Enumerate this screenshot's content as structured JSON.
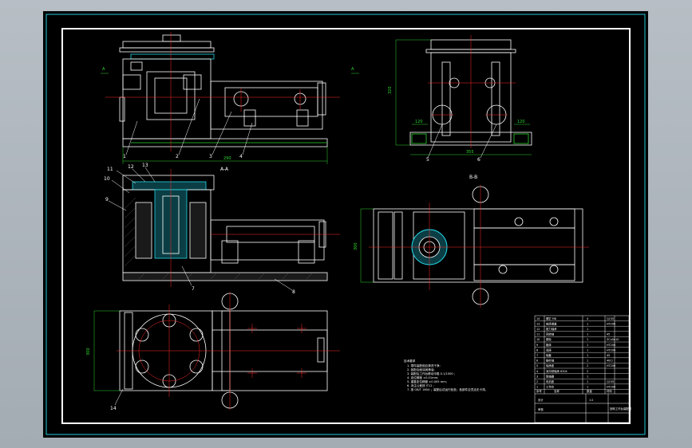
{
  "colors": {
    "background": "#000000",
    "desktop": "#a9b1b9",
    "outer_border": "#22c8d8",
    "inner_border": "#ffffff",
    "outline": "#ffffff",
    "center_line": "#ff2a2a",
    "dimension": "#2fd42f",
    "hatch": "#22d8e8"
  },
  "views": {
    "top_left": {
      "leaders": [
        "1",
        "2",
        "3",
        "4"
      ],
      "dim_width": "290",
      "section_marks": [
        "A",
        "A"
      ]
    },
    "top_right": {
      "leaders": [
        "5",
        "6"
      ],
      "dim_height": "320",
      "dim_width": "355",
      "dim_left": "120",
      "dim_right": "120"
    },
    "mid_left": {
      "leaders": [
        "11",
        "12",
        "13",
        "10",
        "9",
        "7",
        "8"
      ],
      "section_title": "A-A"
    },
    "mid_right": {
      "dim_height": "300",
      "section_title": "B-B"
    },
    "bottom_left": {
      "leaders": [
        "14"
      ],
      "dim_height": "300"
    }
  },
  "notes": {
    "heading": "技术要求",
    "lines": [
      "1. 零件装配前应清洗干净;",
      "2. 各配合面涂润滑油;",
      "3. 装配后工作台移动平稳 0.1/1000 ;",
      "4. 定位精度 ±0.01mm;",
      "5. 重复定位精度 ±0.005 mm;",
      "6. 未注公差按 IT12 ;",
      "7. 按 GB/T 1804 ；装配后试运行检查；各部件应灵活无卡滞。"
    ]
  },
  "title_block": {
    "rows": [
      [
        "14",
        "螺钉 M8",
        "4",
        "Q235"
      ],
      [
        "13",
        "轴承端盖",
        "1",
        "HT200"
      ],
      [
        "12",
        "推力轴承",
        "1",
        ""
      ],
      [
        "11",
        "回转轴",
        "1",
        "45"
      ],
      [
        "10",
        "蜗轮",
        "1",
        "ZCuSn10"
      ],
      [
        "9",
        "箱体",
        "1",
        "HT200"
      ],
      [
        "8",
        "底座",
        "1",
        "HT200"
      ],
      [
        "7",
        "轴套",
        "1",
        "45"
      ],
      [
        "6",
        "蜗杆轴",
        "1",
        "40Cr"
      ],
      [
        "5",
        "轴承座",
        "2",
        "HT200"
      ],
      [
        "4",
        "深沟球轴承 6204",
        "2",
        ""
      ],
      [
        "3",
        "联轴器",
        "1",
        ""
      ],
      [
        "2",
        "电机座",
        "1",
        "Q235"
      ],
      [
        "1",
        "工作台",
        "1",
        "HT200"
      ]
    ],
    "header": [
      "序号",
      "名称",
      "数量",
      "材料"
    ],
    "drawing_name": "回转工作台装配图",
    "designer": "设计",
    "checker": "审核",
    "scale": "1:2"
  }
}
